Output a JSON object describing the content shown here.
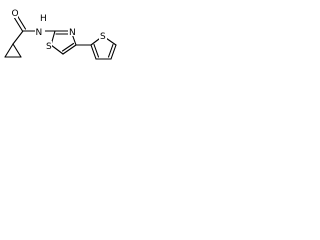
{
  "molecule": {
    "atoms": {
      "oxygen": "O",
      "amide_nitrogen": "N",
      "amide_hydrogen": "H",
      "thiazole_nitrogen": "N",
      "thiazole_sulfur": "S",
      "thiophene_sulfur": "S"
    },
    "bond_color": "#000000",
    "background_color": "#ffffff"
  }
}
